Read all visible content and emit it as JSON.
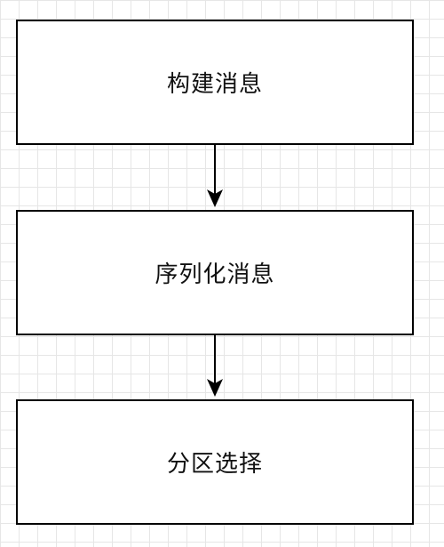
{
  "diagram": {
    "type": "flowchart",
    "nodes": [
      {
        "id": "node-1",
        "label": "构建消息"
      },
      {
        "id": "node-2",
        "label": "序列化消息"
      },
      {
        "id": "node-3",
        "label": "分区选择"
      }
    ],
    "edges": [
      {
        "from": "node-1",
        "to": "node-2"
      },
      {
        "from": "node-2",
        "to": "node-3"
      }
    ]
  },
  "colors": {
    "border": "#000000",
    "grid": "#e6e6e6",
    "background": "#ffffff"
  }
}
